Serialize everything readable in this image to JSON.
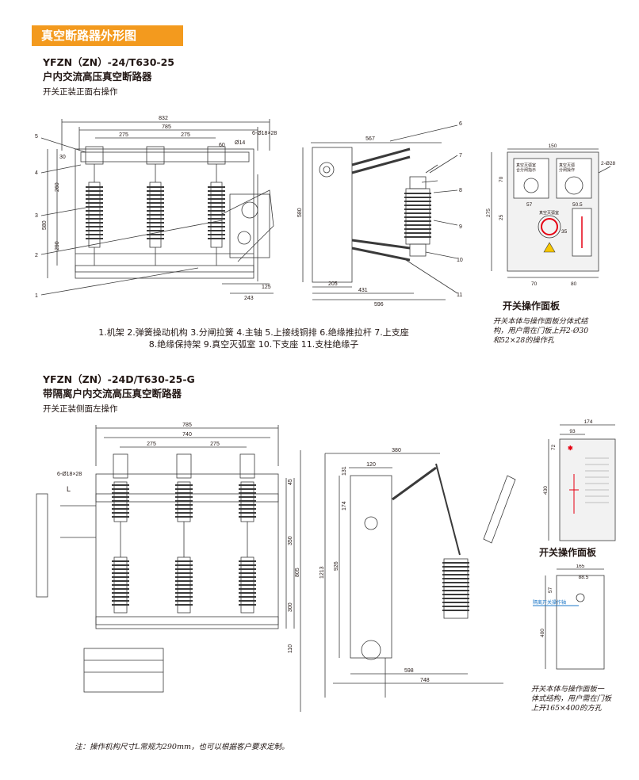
{
  "banner": "真空断路器外形图",
  "section1": {
    "model": "YFZN（ZN）-24/T630-25",
    "name": "户内交流高压真空断路器",
    "mount": "开关正装正面右操作",
    "parts_line1": "1.机架  2.弹簧操动机构  3.分闸拉簧  4.主轴  5.上接线铜排  6.绝缘推拉杆  7.上支座",
    "parts_line2": "8.绝缘保持架  9.真空灭弧室  10.下支座  11.支柱绝缘子",
    "panel_label": "开关操作面板",
    "panel_note": [
      "开关本体与操作面板分体式结",
      "构，用户需在门板上开2-Ø30",
      "和52×28的操作孔"
    ],
    "front_dims": {
      "w_total": "832",
      "w_frame": "785",
      "pitch_a": "275",
      "pitch_b": "275",
      "d60": "60",
      "d14": "Ø14",
      "holes": "6-Ø18×28",
      "h580": "580",
      "h260": "260",
      "h290": "290",
      "h30": "30",
      "d125": "125",
      "d243": "243"
    },
    "side_dims": {
      "top": "567",
      "h": "580",
      "b205": "205",
      "b431": "431",
      "b596": "596"
    },
    "panel_dims": {
      "w": "150",
      "holes": "2-Ø28",
      "h70": "70",
      "h275": "275",
      "h25": "25",
      "d57": "57",
      "d50": "50.5",
      "b70": "70",
      "b80": "80",
      "d35": "35"
    },
    "panel_text": {
      "left_box": "真空灭弧室\n合分闸指示",
      "right_box": "真空灭弧\n分闸操作",
      "mid": "真空灭弧室"
    },
    "callouts_left": [
      "5",
      "4",
      "3",
      "2",
      "1"
    ],
    "callouts_right": [
      "6",
      "7",
      "8",
      "9",
      "10",
      "11"
    ]
  },
  "section2": {
    "model": "YFZN（ZN）-24D/T630-25-G",
    "name": "带隔离户内交流高压真空断路器",
    "mount": "开关正装侧面左操作",
    "panel_label": "开关操作面板",
    "panel_note": [
      "开关本体与操作面板一",
      "体式结构，用户需在门板",
      "上开165×400的方孔"
    ],
    "front_dims": {
      "w785": "785",
      "w740": "740",
      "p1": "275",
      "p2": "275",
      "holes": "6-Ø18×28",
      "L": "L",
      "d45": "45",
      "h350": "350",
      "h300": "300",
      "h805": "805",
      "h110": "110",
      "h1213": "1213"
    },
    "side_dims": {
      "w380": "380",
      "w120": "120",
      "h131": "131",
      "h174": "174",
      "h926": "926",
      "w598": "598",
      "w748": "748"
    },
    "panel_dims": {
      "w174": "174",
      "w93": "93",
      "h72": "72",
      "h430": "430"
    },
    "cutout_dims": {
      "w165": "165",
      "w88": "88.5",
      "h57": "57",
      "h400": "400"
    },
    "cutout_tag": "隔离开关操作轴"
  },
  "footnote": "注：操作机构尺寸L常规为290mm，也可以根据客户要求定制。",
  "colors": {
    "banner": "#f39a1e",
    "line": "#3a3a3a",
    "dim": "#555555",
    "red": "#e60012",
    "blue": "#1e78c8",
    "warn": "#f7c600",
    "panel": "#f2f2f2"
  }
}
